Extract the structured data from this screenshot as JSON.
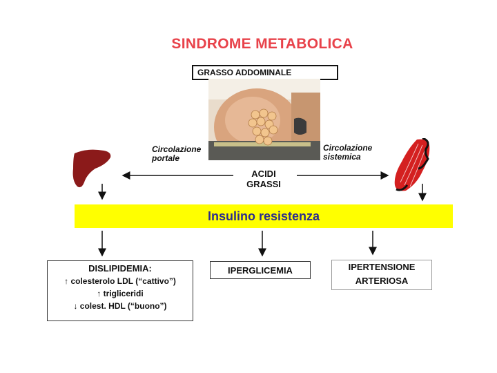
{
  "title": "SINDROME METABOLICA",
  "grasso_label": "GRASSO ADDOMINALE",
  "left_flow": {
    "line1": "Circolazione",
    "line2": "portale"
  },
  "right_flow": {
    "line1": "Circolazione",
    "line2": "sistemica"
  },
  "center_flow": {
    "line1": "ACIDI",
    "line2": "GRASSI"
  },
  "band_text": "Insulino resistenza",
  "dislipidemia": {
    "heading": "DISLIPIDEMIA:",
    "items": [
      {
        "arrow": "↑",
        "text": "colesterolo LDL (“cattivo”)"
      },
      {
        "arrow": "↑",
        "text": "trigliceridi"
      },
      {
        "arrow": "↓",
        "text": "colest. HDL (“buono”)"
      }
    ]
  },
  "iperglicemia": "IPERGLICEMIA",
  "ipertensione": {
    "line1": "IPERTENSIONE",
    "line2": "ARTERIOSA"
  },
  "colors": {
    "title": "#e8424a",
    "band": "#ffff00",
    "band_text": "#2b2b8f",
    "liver": "#8b1a1a",
    "muscle": "#d42020"
  }
}
